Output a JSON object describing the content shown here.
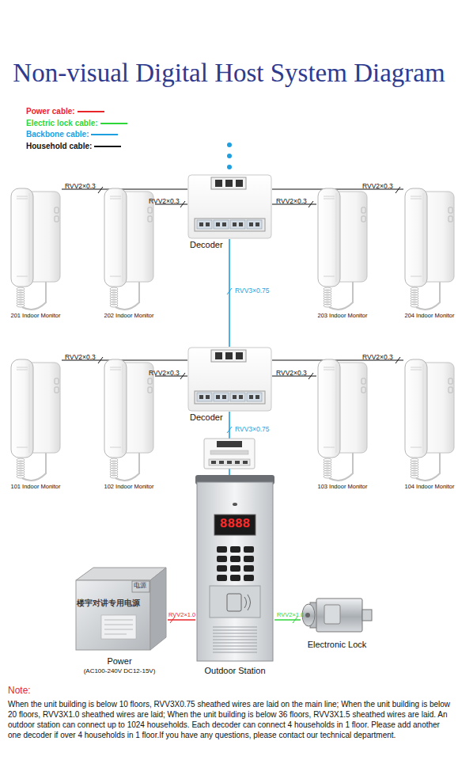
{
  "diagram": {
    "title": "Non-visual Digital Host System Diagram",
    "nodes": [
      {
        "text": [
          "201 Indoor Monitor"
        ]
      },
      {
        "text": [
          "202 Indoor Monitor"
        ]
      },
      {
        "text": [
          "Decoder"
        ]
      },
      {
        "text": [
          "203 Indoor Monitor"
        ]
      },
      {
        "text": [
          "204 Indoor Monitor"
        ]
      },
      {
        "text": [
          "101 Indoor Monitor"
        ]
      },
      {
        "text": [
          "102 Indoor Monitor"
        ]
      },
      {
        "text": [
          "Decoder"
        ]
      },
      {
        "text": [
          "103 Indoor Monitor"
        ]
      },
      {
        "text": [
          "104 Indoor Monitor"
        ]
      },
      {
        "text": [
          "Power",
          "(AC100-240V DC12-15V)"
        ]
      },
      {
        "text": [
          "Outdoor Station"
        ]
      },
      {
        "text": [
          "Electronic Lock"
        ]
      }
    ],
    "edges": [
      {
        "from": 2,
        "to": 0,
        "label": "RVV2×0.3",
        "arrow": "none"
      },
      {
        "from": 2,
        "to": 1,
        "label": "RVV2×0.3",
        "arrow": "none"
      },
      {
        "from": 2,
        "to": 3,
        "label": "RVV2×0.3",
        "arrow": "none"
      },
      {
        "from": 2,
        "to": 4,
        "label": "RVV2×0.3",
        "arrow": "none"
      },
      {
        "from": 7,
        "to": 5,
        "label": "RVV2×0.3",
        "arrow": "none"
      },
      {
        "from": 7,
        "to": 6,
        "label": "RVV2×0.3",
        "arrow": "none"
      },
      {
        "from": 7,
        "to": 8,
        "label": "RVV2×0.3",
        "arrow": "none"
      },
      {
        "from": 7,
        "to": 9,
        "label": "RVV2×0.3",
        "arrow": "none"
      },
      {
        "from": 2,
        "to": 7,
        "label": "RVV3×0.75",
        "arrow": "none"
      },
      {
        "from": 7,
        "to": 11,
        "label": "RVV3×0.75",
        "arrow": "none"
      },
      {
        "from": 10,
        "to": 11,
        "label": "RVV2×1.0",
        "arrow": "none"
      },
      {
        "from": 11,
        "to": 12,
        "label": "RVV2×1.0",
        "arrow": "none"
      }
    ],
    "labels": [
      "8888",
      "电源",
      "楼宇对讲专用电源",
      "Note:",
      "When the unit building is below 10 floors, RVV3X0.75 sheathed wires are laid on the main line; When the unit building is below 20 floors, RVV3X1.0 sheathed wires are laid; When the unit building is below 36 floors, RVV3X1.5 sheathed wires are laid. An outdoor station can connect up to 1024 households. Each decoder can connect 4 households in 1 floor. Please add another one decoder if over 4 households in 1 floor.If you have any questions, please contact our technical department."
    ],
    "legend": [
      {
        "text": "Power cable:",
        "color": "#e8262a"
      },
      {
        "text": "Electric lock cable:",
        "color": "#2fd63a"
      },
      {
        "text": "Backbone cable:",
        "color": "#1e9fe0"
      },
      {
        "text": "Household cable:",
        "color": "#111111"
      }
    ]
  }
}
